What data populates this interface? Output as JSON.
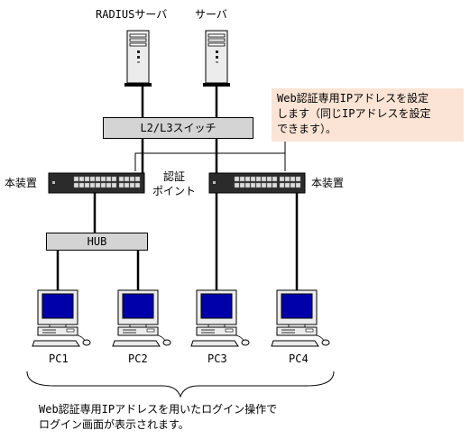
{
  "labels": {
    "radius_server": "RADIUSサーバ",
    "server": "サーバ",
    "switch": "L2/L3スイッチ",
    "device_left": "本装置",
    "device_right": "本装置",
    "auth_point_line1": "認証",
    "auth_point_line2": "ポイント",
    "hub": "HUB",
    "pc1": "PC1",
    "pc2": "PC2",
    "pc3": "PC3",
    "pc4": "PC4"
  },
  "note": {
    "line1": "Web認証専用IPアドレスを設定",
    "line2": "します（同じIPアドレスを設定",
    "line3": "できます）。"
  },
  "caption": {
    "line1": "Web認証専用IPアドレスを用いたログイン操作で",
    "line2": "ログイン画面が表示されます。"
  },
  "colors": {
    "note_bg": "#fbe4d5",
    "box_fill": "#d4d4d4",
    "screen": "#0000aa",
    "device_body": "#2b2b2b"
  }
}
